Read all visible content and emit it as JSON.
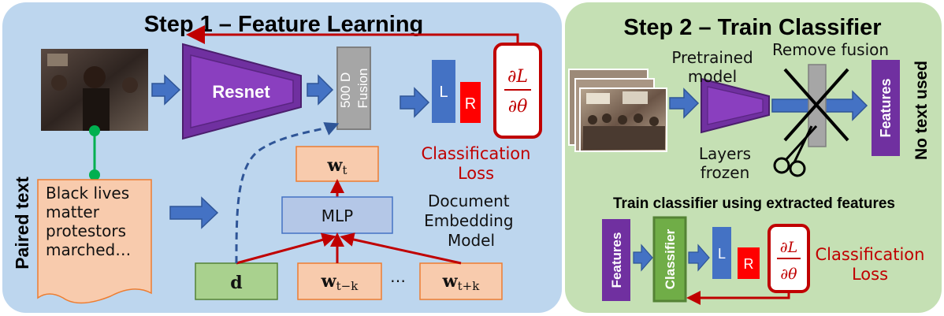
{
  "step1": {
    "title": "Step 1 – Feature Learning",
    "resnet_label": "Resnet",
    "fusion_line1": "500 D",
    "fusion_line2": "Fusion",
    "l_label": "L",
    "r_label": "R",
    "loss_num": "∂L",
    "loss_den": "∂θ",
    "loss_caption_1": "Classification",
    "loss_caption_2": "Loss",
    "paired_text_label": "Paired text",
    "doc_lines": [
      "Black lives",
      "matter",
      "protestors",
      "marched…"
    ],
    "wt_label": "w",
    "wt_sub": "t",
    "mlp_label": "MLP",
    "doc_model_lines": [
      "Document",
      "Embedding",
      "Model"
    ],
    "d_label": "d",
    "wtk_label": "w",
    "wtk_sub": "t−k",
    "ellipsis": "…",
    "wtpk_label": "w",
    "wtpk_sub": "t+k"
  },
  "step2": {
    "title": "Step 2 – Train Classifier",
    "pretrained_line1": "Pretrained",
    "pretrained_line2": "model",
    "remove_fusion": "Remove fusion",
    "layers_line1": "Layers",
    "layers_line2": "frozen",
    "features_label": "Features",
    "no_text_used": "No text used",
    "train_caption": "Train classifier using extracted features",
    "features_label_2": "Features",
    "classifier_label": "Classifier",
    "l_label": "L",
    "r_label": "R",
    "loss_num": "∂L",
    "loss_den": "∂θ",
    "loss_caption_1": "Classification",
    "loss_caption_2": "Loss"
  },
  "colors": {
    "panel1_bg": "#bdd6ee",
    "panel2_bg": "#c5e0b4",
    "resnet_purple": "#7030a0",
    "arrow_blue": "#4472c4",
    "loss_red": "#c00000",
    "orange_box": "#f8cbad",
    "green_box": "#a9d18e",
    "mlp_box": "#b4c7e7",
    "fusion_gray": "#a6a6a6",
    "link_green": "#00b050"
  }
}
